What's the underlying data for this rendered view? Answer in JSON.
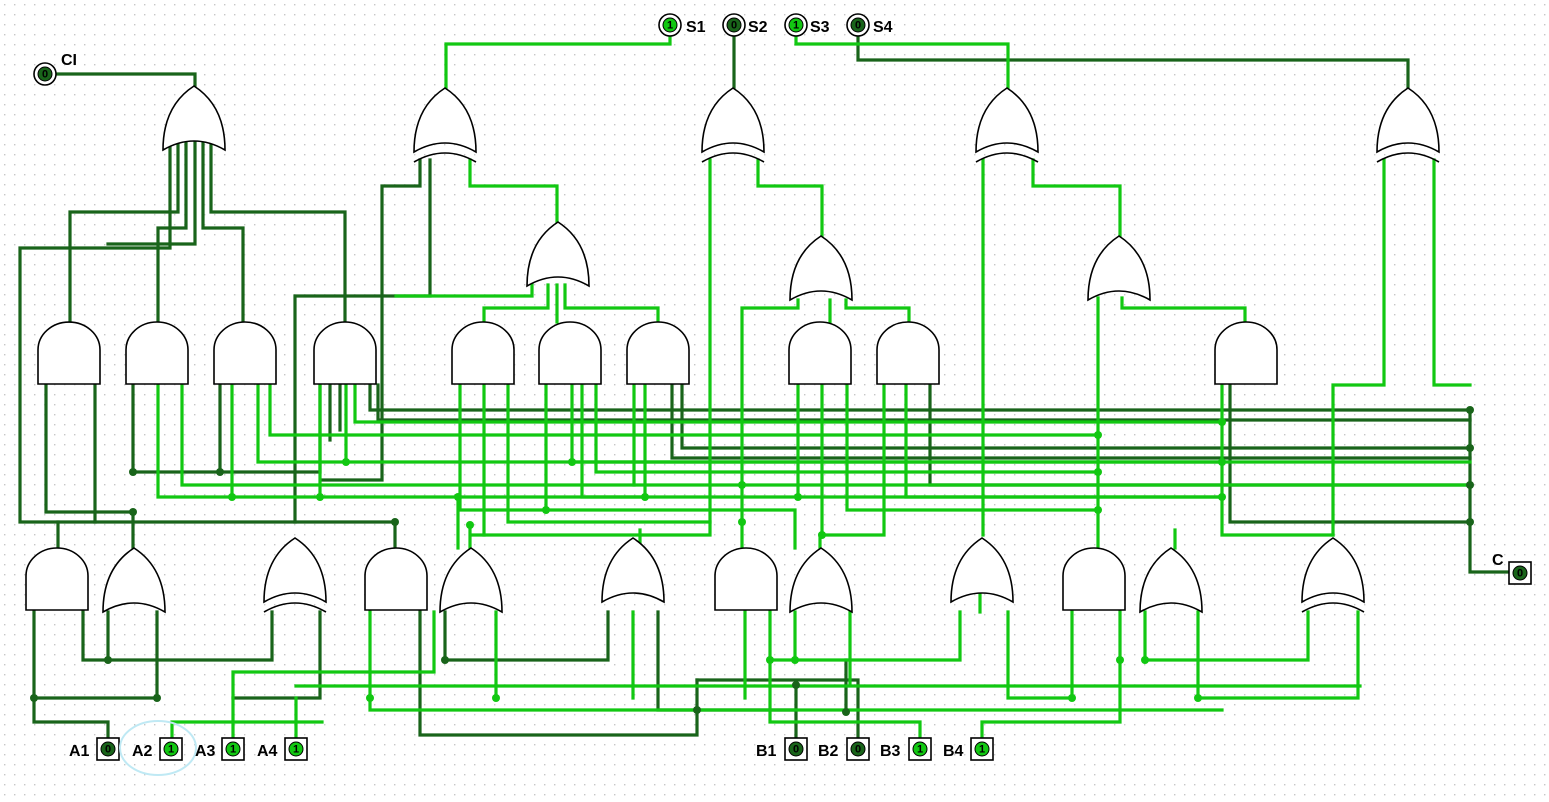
{
  "colors": {
    "wire_true": "#12c812",
    "wire_false": "#19641a",
    "grid_dot": "#c6c6c6"
  },
  "outputs": [
    {
      "label": "S1",
      "value": "1"
    },
    {
      "label": "S2",
      "value": "0"
    },
    {
      "label": "S3",
      "value": "1"
    },
    {
      "label": "S4",
      "value": "0"
    }
  ],
  "carry_in": {
    "label": "CI",
    "value": "0"
  },
  "carry_out": {
    "label": "C",
    "value": "0"
  },
  "inputs_a": [
    {
      "label": "A1",
      "value": "0"
    },
    {
      "label": "A2",
      "value": "1"
    },
    {
      "label": "A3",
      "value": "1"
    },
    {
      "label": "A4",
      "value": "1"
    }
  ],
  "inputs_b": [
    {
      "label": "B1",
      "value": "0"
    },
    {
      "label": "B2",
      "value": "0"
    },
    {
      "label": "B3",
      "value": "1"
    },
    {
      "label": "B4",
      "value": "1"
    }
  ]
}
